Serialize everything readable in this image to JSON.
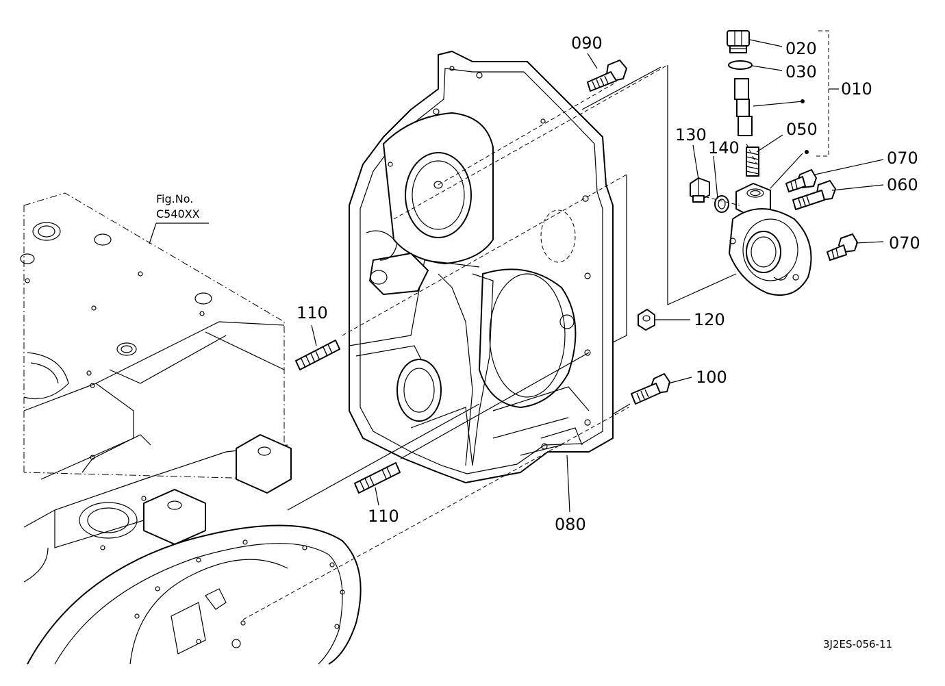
{
  "figure_ref": {
    "line1": "Fig.No.",
    "line2": "C540XX"
  },
  "drawing_code": "3J2ES-056-11",
  "callouts": {
    "c020": "020",
    "c030": "030",
    "c010": "010",
    "c050": "050",
    "c090": "090",
    "c130": "130",
    "c140": "140",
    "c070a": "070",
    "c060": "060",
    "c070b": "070",
    "c120": "120",
    "c110a": "110",
    "c100": "100",
    "c110b": "110",
    "c080": "080"
  }
}
